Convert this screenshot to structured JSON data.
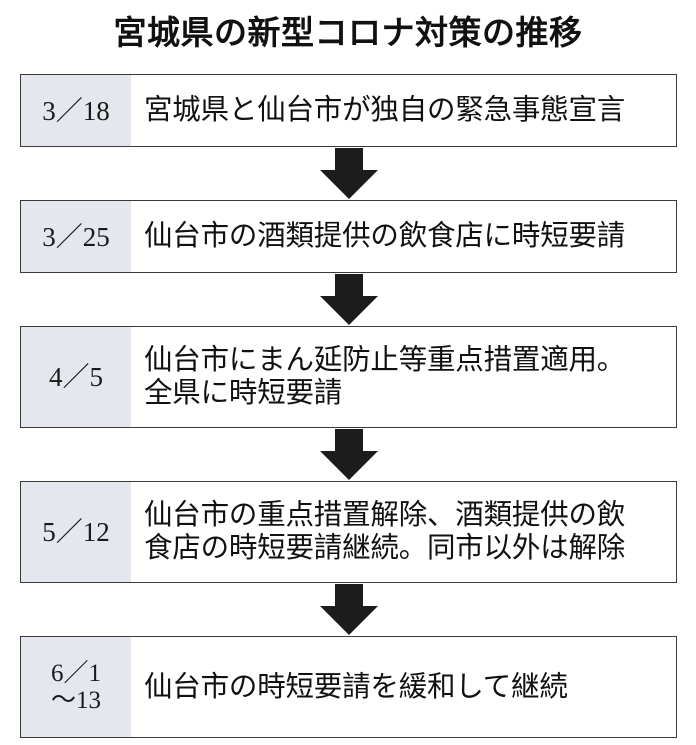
{
  "title": "宮城県の新型コロナ対策の推移",
  "colors": {
    "date_cell_background": "#e4e7ee",
    "box_border": "#3a3a3a",
    "arrow_fill": "#1c1c1c",
    "text": "#111111"
  },
  "timeline": {
    "steps": [
      {
        "date_lines": [
          "3／18"
        ],
        "text_lines": [
          "宮城県と仙台市が独自の緊急事態宣言"
        ]
      },
      {
        "date_lines": [
          "3／25"
        ],
        "text_lines": [
          "仙台市の酒類提供の飲食店に時短要請"
        ]
      },
      {
        "date_lines": [
          "4／5"
        ],
        "text_lines": [
          "仙台市にまん延防止等重点措置適用。",
          "全県に時短要請"
        ]
      },
      {
        "date_lines": [
          "5／12"
        ],
        "text_lines": [
          "仙台市の重点措置解除、酒類提供の飲",
          "食店の時短要請継続。同市以外は解除"
        ]
      },
      {
        "date_lines": [
          "6／1",
          "～13"
        ],
        "text_lines": [
          "仙台市の時短要請を緩和して継続"
        ]
      }
    ],
    "arrow_count": 4
  }
}
